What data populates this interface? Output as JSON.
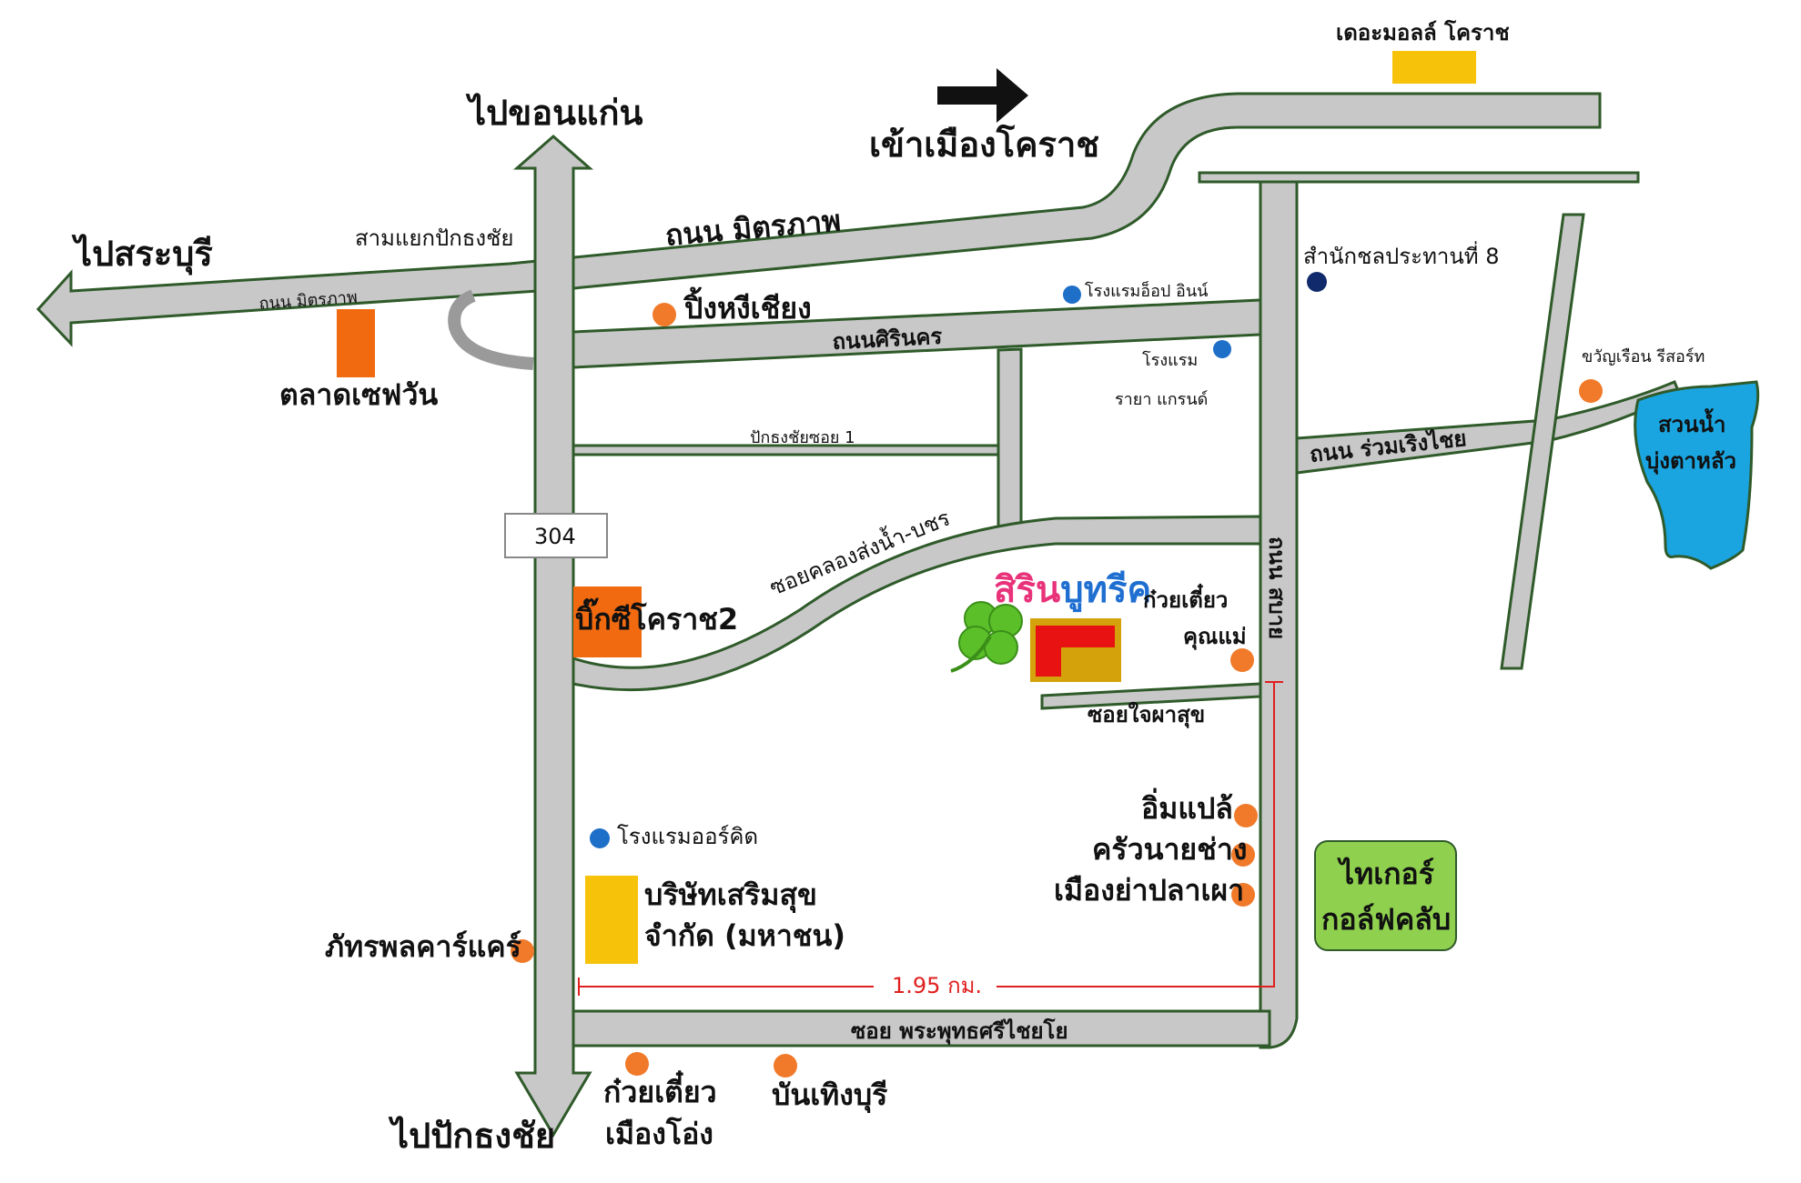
{
  "directions": {
    "north": "ไปขอนแก่น",
    "south": "ไปปักธงชัย",
    "west": "ไปสระบุรี",
    "city": "เข้าเมืองโคราช"
  },
  "roads": {
    "mittraphap": "ถนน มิตรภาพ",
    "mittraphap_small": "ถนน มิตรภาพ",
    "sirinakhon": "ถนนศิรินคร",
    "pakthongchai_soi1": "ปักธงชัยซอย 1",
    "soi_khlong": "ซอยคลองส่งน้ำ-บชร",
    "soi_jaipha": "ซอยใจผาสุข",
    "soi_phraphut": "ซอย พระพุทธศรีไชยโย",
    "ruam_roengchai": "ถนน ร่วมเริงไชย",
    "sabai": "ถนน สบาย",
    "route_number": "304"
  },
  "places": {
    "junction": "สามแยกปักธงชัย",
    "mall": "เดอะมอลล์ โคราช",
    "safe_one": "ตลาดเซฟวัน",
    "ping_hui": "ปิ้งหงีเชียง",
    "hotel_up_inn": "โรงแรมอ็อป อินน์",
    "hotel_raya_1": "โรงแรม",
    "hotel_raya_2": "รายา แกรนด์",
    "irrigation": "สำนักชลประทานที่ 8",
    "khwan_ruean": "ขวัญเรือน รีสอร์ท",
    "park_1": "สวนน้ำ",
    "park_2": "บุ่งตาหลัว",
    "bigc": "บิ๊กซีโคราช2",
    "kuay_mae_1": "ก๋วยเตี๋ยว",
    "kuay_mae_2": "คุณแม่",
    "im_plae": "อิ่มแปล้",
    "khrua_nai": "ครัวนายช่าง",
    "mueang_ya": "เมืองย่าปลาเผา",
    "tiger_1": "ไทเกอร์",
    "tiger_2": "กอล์ฟคลับ",
    "orchid": "โรงแรมออร์คิด",
    "sermsuk_1": "บริษัทเสริมสุข",
    "sermsuk_2": "จำกัด (มหาชน)",
    "phatra": "ภัทรพลคาร์แคร์",
    "kuay_oong_1": "ก๋วยเตี๋ยว",
    "kuay_oong_2": "เมืองโอ่ง",
    "banthoeng": "บันเทิงบุรี"
  },
  "brand": {
    "part1": "สิริน",
    "part2": "บูทรีค",
    "color1": "#e8327a",
    "color2": "#1f6fd1"
  },
  "distance": "1.95 กม.",
  "colors": {
    "road_fill": "#c8c8c8",
    "road_edge": "#2f5a2a",
    "dot_orange": "#f07a2a",
    "dot_blue": "#1e6fc8",
    "dot_navy": "#102a6b",
    "safe_one_box": "#f26a10",
    "mall_box": "#f7c20a",
    "bigc_box": "#f26a10",
    "sermsuk_box": "#f7c20a",
    "park": "#1aa5e0",
    "golf": "#8fd14f",
    "marker_red": "#e81212",
    "marker_gold": "#d4a20a",
    "clover": "#5bbf2a",
    "dim_line": "#e02020"
  }
}
